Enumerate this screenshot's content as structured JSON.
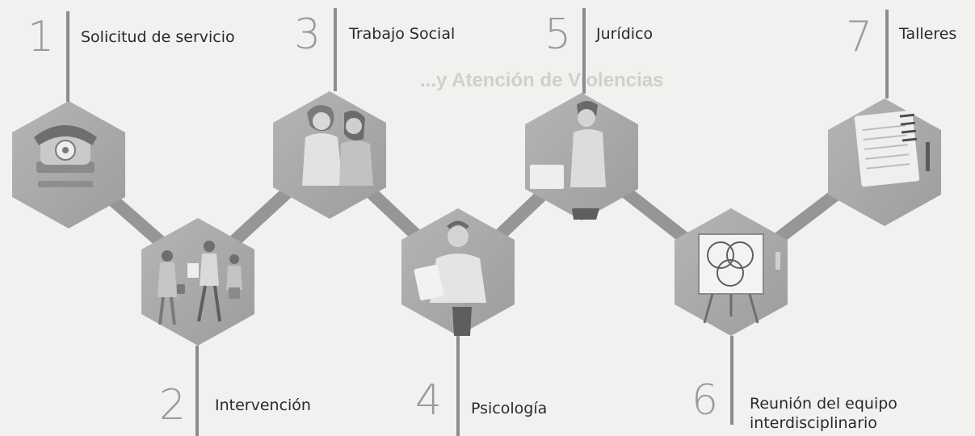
{
  "steps": [
    {
      "number": "1",
      "label": "Solicitud de servicio",
      "icon": "telephone-icon"
    },
    {
      "number": "2",
      "label": "Intervención",
      "icon": "people-walking-icon"
    },
    {
      "number": "3",
      "label": "Trabajo Social",
      "icon": "two-people-icon"
    },
    {
      "number": "4",
      "label": "Psicología",
      "icon": "person-with-clipboard-icon"
    },
    {
      "number": "5",
      "label": "Jurídico",
      "icon": "person-with-document-icon"
    },
    {
      "number": "6",
      "label": "Reunión del equipo",
      "label2": "interdisciplinario",
      "icon": "venn-diagram-easel-icon"
    },
    {
      "number": "7",
      "label": "Talleres",
      "icon": "notebook-icon"
    }
  ],
  "bleed_text": {
    "heading": "...y Atención de Violencias"
  },
  "colors": {
    "hexagon_fill": "#a9a9a9",
    "connector": "#8c8c8c",
    "number": "#9a9a9a",
    "label": "#2a2a2a",
    "background": "#f1f1ef"
  }
}
